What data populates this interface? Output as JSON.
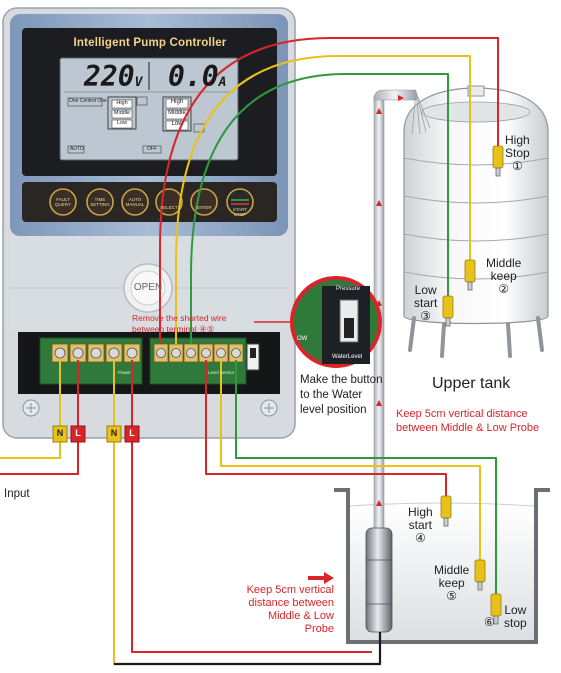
{
  "controller": {
    "title": "Intelligent Pump Controller",
    "voltage_value": "220",
    "voltage_unit": "V",
    "current_value": "0.0",
    "current_unit": "A",
    "lcd_mode": "One Control One",
    "lcd_levels_left": [
      "High",
      "Middle",
      "Low"
    ],
    "lcd_levels_right": [
      "High",
      "Middle",
      "Low"
    ],
    "lcd_auto": "AUTO",
    "lcd_off": "OFF",
    "buttons": [
      {
        "label": "FAULT QUERY"
      },
      {
        "label": "TIME SETTING"
      },
      {
        "label": "AUTO MANUAL"
      },
      {
        "label": "SELECT"
      },
      {
        "label": "ENTER"
      },
      {
        "label": "START STOP"
      }
    ],
    "open_label": "OPEN",
    "terminal_left_label": "Power",
    "terminal_right_label": "Level Sensor"
  },
  "switch_inset": {
    "pressure_label": "Pressure",
    "water_label": "WaterLevel",
    "side_label": "ow",
    "caption": [
      "Make the button",
      "to the Water",
      "level position"
    ]
  },
  "annotations": {
    "remove_wire": [
      "Remove the shorted wire",
      "between terminal"
    ],
    "remove_wire_marks": [
      "④",
      "⑤"
    ],
    "upper_note": [
      "Keep 5cm vertical distance",
      "between Middle & Low Probe"
    ],
    "lower_note": [
      "Keep 5cm vertical",
      "distance between",
      "Middle & Low",
      "Probe"
    ],
    "input": "Input",
    "upper_tank": "Upper tank"
  },
  "wire_tags": [
    "N",
    "L",
    "N",
    "L"
  ],
  "upper_probes": [
    {
      "lines": [
        "High",
        "Stop"
      ],
      "mark": "①"
    },
    {
      "lines": [
        "Middle",
        "keep"
      ],
      "mark": "②"
    },
    {
      "lines": [
        "Low",
        "start"
      ],
      "mark": "③"
    }
  ],
  "lower_probes": [
    {
      "lines": [
        "High",
        "start"
      ],
      "mark": "④"
    },
    {
      "lines": [
        "Middle",
        "keep"
      ],
      "mark": "⑤"
    },
    {
      "lines": [
        "Low",
        "stop"
      ],
      "mark": "⑥"
    }
  ],
  "colors": {
    "wire_red": "#d9252a",
    "wire_green": "#2e9a3c",
    "wire_yellow": "#e8c21a",
    "wire_black": "#1a1a1a",
    "panel_blue": "#8fa7c6",
    "lcd_bg": "#bfcad4",
    "board_green": "#2f7a3a",
    "annotation_red": "#d9252a"
  }
}
